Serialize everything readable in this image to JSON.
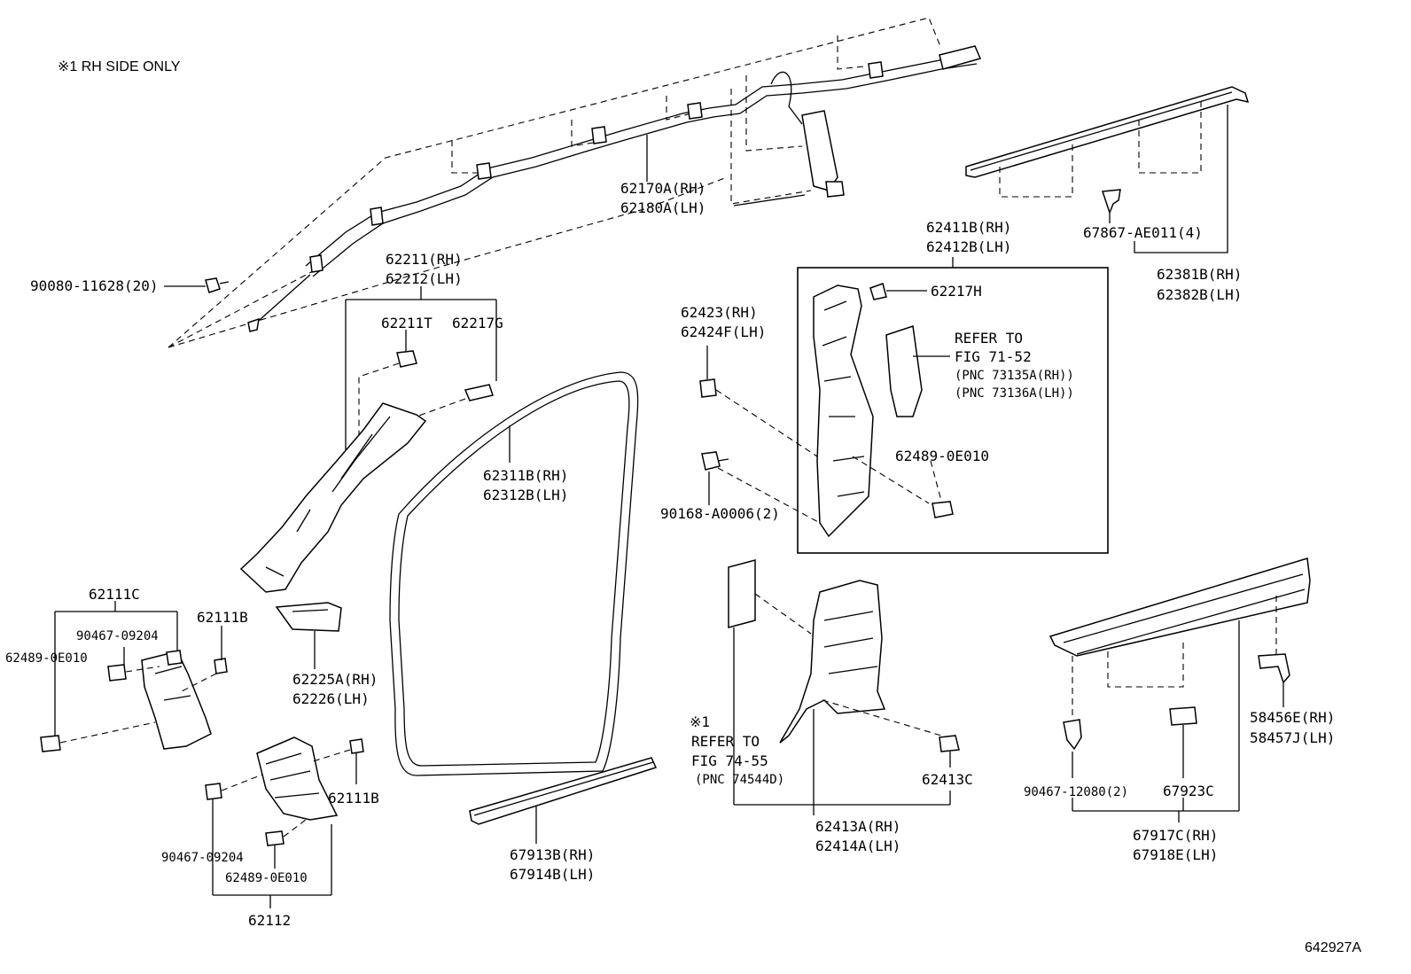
{
  "notes": {
    "rh_side_only": "※1  RH SIDE ONLY",
    "figure_id": "642927A",
    "refer_1": {
      "line1": "REFER TO",
      "line2": "FIG 71-52",
      "line3": "(PNC 73135A(RH))",
      "line4": "(PNC 73136A(LH))"
    },
    "refer_2": {
      "mark": "※1",
      "line1": "REFER TO",
      "line2": "FIG 74-55",
      "line3": "(PNC 74544D)"
    }
  },
  "labels": {
    "p62170A": "62170A(RH)",
    "p62180A": "62180A(LH)",
    "p67867": "67867-AE011(4)",
    "p62381B": "62381B(RH)",
    "p62382B": "62382B(LH)",
    "p62411B": "62411B(RH)",
    "p62412B": "62412B(LH)",
    "p90080": "90080-11628(20)",
    "p62211": "62211(RH)",
    "p62212": "62212(LH)",
    "p62211T": "62211T",
    "p62217G": "62217G",
    "p62217H": "62217H",
    "p62423": "62423(RH)",
    "p62424F": "62424F(LH)",
    "p62311B": "62311B(RH)",
    "p62312B": "62312B(LH)",
    "p62489_a": "62489-0E010",
    "p90168": "90168-A0006(2)",
    "p62111C": "62111C",
    "p90467_a": "90467-09204",
    "p62489_b": "62489-0E010",
    "p62111B_a": "62111B",
    "p62225A": "62225A(RH)",
    "p62226": "62226(LH)",
    "p62111B_b": "62111B",
    "p90467_b": "90467-09204",
    "p62489_c": "62489-0E010",
    "p62112": "62112",
    "p67913B": "67913B(RH)",
    "p67914B": "67914B(LH)",
    "p62413A": "62413A(RH)",
    "p62414A": "62414A(LH)",
    "p62413C": "62413C",
    "p58456E": "58456E(RH)",
    "p58457J": "58457J(LH)",
    "p90467_c": "90467-12080(2)",
    "p67923C": "67923C",
    "p67917C": "67917C(RH)",
    "p67918E": "67918E(LH)"
  }
}
